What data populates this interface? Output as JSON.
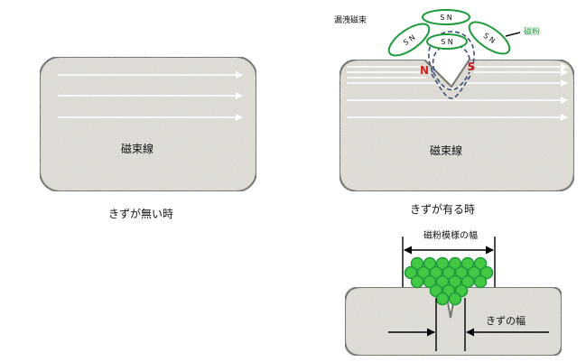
{
  "left_panel": {
    "block_label": "磁束線",
    "caption": "きずが無い時"
  },
  "right_panel": {
    "leakage_flux_label": "漏洩磁束",
    "magnetic_powder_label": "磁粉",
    "pole_n": "N",
    "pole_s": "S",
    "particle_text": "S N",
    "block_label": "磁束線",
    "caption": "きずが有る時"
  },
  "bottom_panel": {
    "pattern_width_label": "磁粉模様の幅",
    "crack_width_label": "きずの幅"
  },
  "colors": {
    "block_fill": "#e6e4dd",
    "block_border": "#444444",
    "flux_line": "#ffffff",
    "powder_green": "#1e9a3a",
    "particle_fill": "#43c843",
    "pole_n": "#d42020",
    "pole_s": "#d42020",
    "dashed_flux": "#3c4e78"
  }
}
